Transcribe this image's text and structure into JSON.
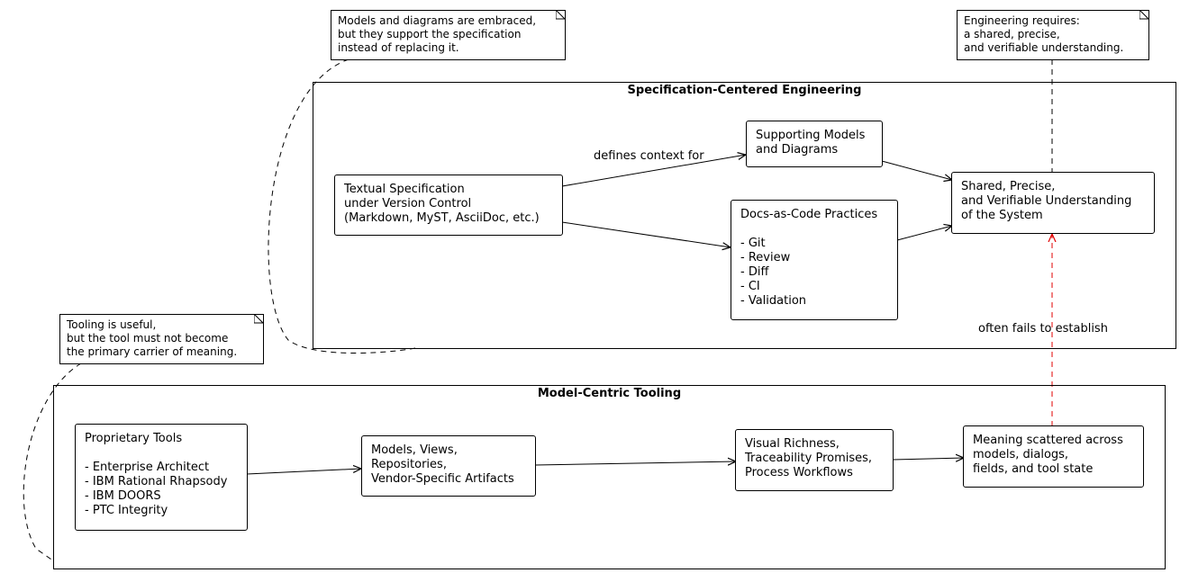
{
  "packages": {
    "spec": {
      "title": "Specification-Centered Engineering"
    },
    "tooling": {
      "title": "Model-Centric Tooling"
    }
  },
  "nodes": {
    "textual_spec": [
      "Textual Specification",
      "under Version Control",
      "(Markdown, MyST, AsciiDoc, etc.)"
    ],
    "supporting_models": [
      "Supporting Models",
      "and Diagrams"
    ],
    "docs_as_code": [
      "Docs-as-Code Practices",
      "",
      "- Git",
      "- Review",
      "- Diff",
      "- CI",
      "- Validation"
    ],
    "shared_understanding": [
      "Shared, Precise,",
      "and Verifiable Understanding",
      "of the System"
    ],
    "proprietary_tools": [
      "Proprietary Tools",
      "",
      "- Enterprise Architect",
      "- IBM Rational Rhapsody",
      "- IBM DOORS",
      "- PTC Integrity"
    ],
    "models_views": [
      "Models, Views,",
      "Repositories,",
      "Vendor-Specific Artifacts"
    ],
    "visual_richness": [
      "Visual Richness,",
      "Traceability Promises,",
      "Process Workflows"
    ],
    "meaning_scattered": [
      "Meaning scattered across",
      "models, dialogs,",
      "fields, and tool state"
    ]
  },
  "notes": {
    "models_embraced": [
      "Models and diagrams are embraced,",
      "but they support the specification",
      "instead of replacing it."
    ],
    "engineering_requires": [
      "Engineering requires:",
      "a shared, precise,",
      "and verifiable understanding."
    ],
    "tooling_useful": [
      "Tooling is useful,",
      "but the tool must not become",
      "the primary carrier of meaning."
    ]
  },
  "edge_labels": {
    "defines_context": "defines context for",
    "often_fails": "often fails to establish"
  },
  "colors": {
    "line": "#000000",
    "fail_edge": "#e00000"
  }
}
